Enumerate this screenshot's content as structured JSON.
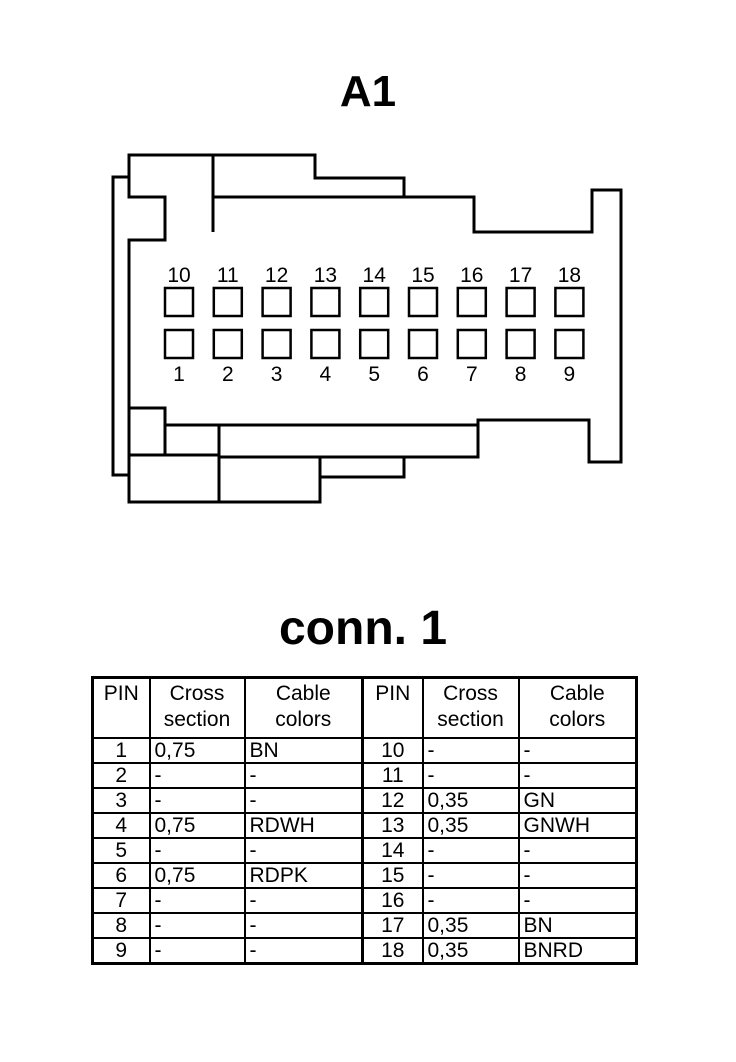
{
  "diagram": {
    "title": "A1",
    "top_row_pins": [
      "10",
      "11",
      "12",
      "13",
      "14",
      "15",
      "16",
      "17",
      "18"
    ],
    "bottom_row_pins": [
      "1",
      "2",
      "3",
      "4",
      "5",
      "6",
      "7",
      "8",
      "9"
    ]
  },
  "table": {
    "title": "conn. 1",
    "headers": {
      "pin": "PIN",
      "cross_l1": "Cross",
      "cross_l2": "section",
      "cable_l1": "Cable",
      "cable_l2": "colors"
    },
    "rows": [
      {
        "pin_a": "1",
        "cross_a": "0,75",
        "color_a": "BN",
        "pin_b": "10",
        "cross_b": "-",
        "color_b": "-"
      },
      {
        "pin_a": "2",
        "cross_a": "-",
        "color_a": "-",
        "pin_b": "11",
        "cross_b": "-",
        "color_b": "-"
      },
      {
        "pin_a": "3",
        "cross_a": "-",
        "color_a": "-",
        "pin_b": "12",
        "cross_b": "0,35",
        "color_b": "GN"
      },
      {
        "pin_a": "4",
        "cross_a": "0,75",
        "color_a": "RDWH",
        "pin_b": "13",
        "cross_b": "0,35",
        "color_b": "GNWH"
      },
      {
        "pin_a": "5",
        "cross_a": "-",
        "color_a": "-",
        "pin_b": "14",
        "cross_b": "-",
        "color_b": "-"
      },
      {
        "pin_a": "6",
        "cross_a": "0,75",
        "color_a": "RDPK",
        "pin_b": "15",
        "cross_b": "-",
        "color_b": "-"
      },
      {
        "pin_a": "7",
        "cross_a": "-",
        "color_a": "-",
        "pin_b": "16",
        "cross_b": "-",
        "color_b": "-"
      },
      {
        "pin_a": "8",
        "cross_a": "-",
        "color_a": "-",
        "pin_b": "17",
        "cross_b": "0,35",
        "color_b": "BN"
      },
      {
        "pin_a": "9",
        "cross_a": "-",
        "color_a": "-",
        "pin_b": "18",
        "cross_b": "0,35",
        "color_b": "BNRD"
      }
    ]
  }
}
